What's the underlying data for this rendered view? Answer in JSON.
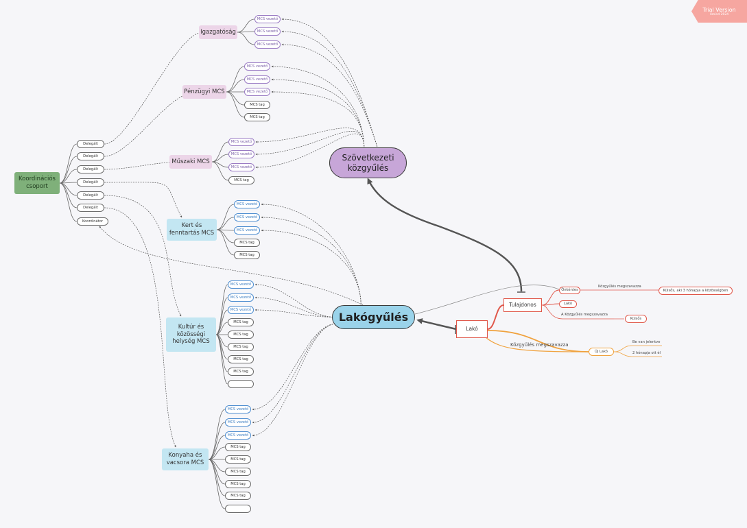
{
  "watermark": {
    "title": "Trial Version",
    "subtitle": "Xmind 2024"
  },
  "koordinacios": {
    "label": "Koordinációs\ncsoport",
    "delegates": [
      "Delegált",
      "Delegált",
      "Delegált",
      "Delegált",
      "Delegált",
      "Delegált"
    ],
    "coordinator": "Koordinátor"
  },
  "szovetkezeti": {
    "label": "Szövetkezeti\nközgyűlés"
  },
  "lakogyules": {
    "label": "Lakógyűlés"
  },
  "groups": {
    "igazgatosag": {
      "label": "Igazgatóság",
      "members": [
        "MCS vezető",
        "MCS vezető",
        "MCS vezető"
      ]
    },
    "penzugyi": {
      "label": "Pénzügyi MCS",
      "members": [
        "MCS vezető",
        "MCS vezető",
        "MCS vezető",
        "MCS tag",
        "MCS tag"
      ]
    },
    "muszaki": {
      "label": "Műszaki MCS",
      "members": [
        "MCS vezető",
        "MCS vezető",
        "MCS vezető",
        "MCS tag"
      ]
    },
    "kert": {
      "label": "Kert és\nfenntartás MCS",
      "members": [
        "MCS vezető",
        "MCS vezető",
        "MCS vezető",
        "MCS tag",
        "MCS tag"
      ]
    },
    "kultur": {
      "label": "Kultúr és\nközösségi\nhelység MCS",
      "members": [
        "MCS vezető",
        "MCS vezető",
        "MCS vezető",
        "MCS tag",
        "MCS tag",
        "MCS tag",
        "MCS tag",
        "MCS tag",
        ""
      ]
    },
    "konyaha": {
      "label": "Konyaha és\nvacsora MCS",
      "members": [
        "MCS vezető",
        "MCS vezető",
        "MCS vezető",
        "MCS tag",
        "MCS tag",
        "MCS tag",
        "MCS tag",
        "MCS tag",
        ""
      ]
    }
  },
  "lako_tree": {
    "lako": "Lakó",
    "tulajdonos": "Tulajdonos",
    "onkentes": "Önkéntes",
    "lako_child": "Lakó",
    "kulso": "Külsős",
    "uj_lako": "Új Lakó",
    "kulso_long": "Külsős, aki 3 hónapja a közösségben",
    "be_van_jelentve": "Be van jelentve",
    "ket_honapja": "2 hónapja ott él",
    "lbl_kozgyules_onkentes": "Közgyűlés megszavazza",
    "lbl_a_kozgyules": "A Közgyűlés megszavazza",
    "lbl_kozgyules_uj": "Közgyűlés megszavazza"
  }
}
